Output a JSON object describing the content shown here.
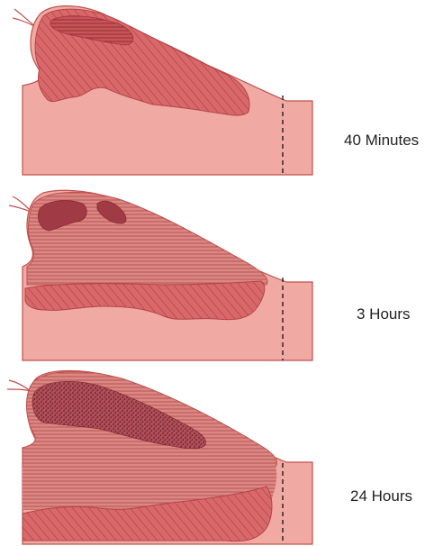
{
  "panels": [
    {
      "label": "40 Minutes"
    },
    {
      "label": "3 Hours"
    },
    {
      "label": "24 Hours"
    }
  ],
  "colors": {
    "tissue": "#f0aaa3",
    "tissue_outline": "#c0504d",
    "infiltrate": "#d9686a",
    "hatch_line": "#9a2f33",
    "dense_core": "#9e3540",
    "stipple": "#6e1c26",
    "dashed_line": "#111111",
    "label_text": "#222222"
  }
}
